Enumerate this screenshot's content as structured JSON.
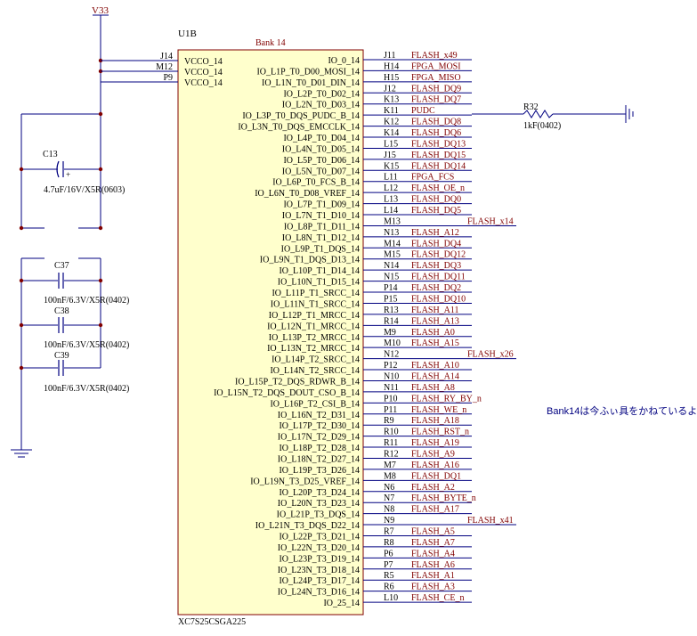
{
  "colors": {
    "wire": "#000080",
    "net": "#800000",
    "text": "#000000",
    "chip_fill": "#ffffcc",
    "chip_stroke": "#800000",
    "note": "#000080"
  },
  "power_net": "V33",
  "ref": "U1B",
  "bank": "Bank 14",
  "part": "XC7S25CSGA225",
  "vcco_pins": [
    {
      "num": "J14",
      "name": "VCCO_14"
    },
    {
      "num": "M12",
      "name": "VCCO_14"
    },
    {
      "num": "P9",
      "name": "VCCO_14"
    }
  ],
  "caps": [
    {
      "ref": "C13",
      "value": "4.7uF/16V/X5R(0603)",
      "polarity": "+"
    },
    {
      "ref": "C37",
      "value": "100nF/6.3V/X5R(0402)"
    },
    {
      "ref": "C38",
      "value": "100nF/6.3V/X5R(0402)"
    },
    {
      "ref": "C39",
      "value": "100nF/6.3V/X5R(0402)"
    }
  ],
  "resistor": {
    "ref": "R32",
    "value": "1kF(0402)"
  },
  "note": "Bank14は今ふぃ具をかねているよ",
  "pins": [
    {
      "name": "IO_0_14",
      "num": "J11",
      "net": "FLASH_x49"
    },
    {
      "name": "IO_L1P_T0_D00_MOSI_14",
      "num": "H14",
      "net": "FPGA_MOSI"
    },
    {
      "name": "IO_L1N_T0_D01_DIN_14",
      "num": "H15",
      "net": "FPGA_MISO"
    },
    {
      "name": "IO_L2P_T0_D02_14",
      "num": "J12",
      "net": "FLASH_DQ9"
    },
    {
      "name": "IO_L2N_T0_D03_14",
      "num": "K13",
      "net": "FLASH_DQ7"
    },
    {
      "name": "IO_L3P_T0_DQS_PUDC_B_14",
      "num": "K11",
      "net": "PUDC"
    },
    {
      "name": "IO_L3N_T0_DQS_EMCCLK_14",
      "num": "K12",
      "net": "FLASH_DQ8"
    },
    {
      "name": "IO_L4P_T0_D04_14",
      "num": "K14",
      "net": "FLASH_DQ6"
    },
    {
      "name": "IO_L4N_T0_D05_14",
      "num": "L15",
      "net": "FLASH_DQ13"
    },
    {
      "name": "IO_L5P_T0_D06_14",
      "num": "J15",
      "net": "FLASH_DQ15"
    },
    {
      "name": "IO_L5N_T0_D07_14",
      "num": "K15",
      "net": "FLASH_DQ14"
    },
    {
      "name": "IO_L6P_T0_FCS_B_14",
      "num": "L11",
      "net": "FPGA_FCS"
    },
    {
      "name": "IO_L6N_T0_D08_VREF_14",
      "num": "L12",
      "net": "FLASH_OE_n"
    },
    {
      "name": "IO_L7P_T1_D09_14",
      "num": "L13",
      "net": "FLASH_DQ0"
    },
    {
      "name": "IO_L7N_T1_D10_14",
      "num": "L14",
      "net": "FLASH_DQ5"
    },
    {
      "name": "IO_L8P_T1_D11_14",
      "num": "M13",
      "net": "FLASH_x14"
    },
    {
      "name": "IO_L8N_T1_D12_14",
      "num": "N13",
      "net": "FLASH_A12"
    },
    {
      "name": "IO_L9P_T1_DQS_14",
      "num": "M14",
      "net": "FLASH_DQ4"
    },
    {
      "name": "IO_L9N_T1_DQS_D13_14",
      "num": "M15",
      "net": "FLASH_DQ12"
    },
    {
      "name": "IO_L10P_T1_D14_14",
      "num": "N14",
      "net": "FLASH_DQ3"
    },
    {
      "name": "IO_L10N_T1_D15_14",
      "num": "N15",
      "net": "FLASH_DQ11"
    },
    {
      "name": "IO_L11P_T1_SRCC_14",
      "num": "P14",
      "net": "FLASH_DQ2"
    },
    {
      "name": "IO_L11N_T1_SRCC_14",
      "num": "P15",
      "net": "FLASH_DQ10"
    },
    {
      "name": "IO_L12P_T1_MRCC_14",
      "num": "R13",
      "net": "FLASH_A11"
    },
    {
      "name": "IO_L12N_T1_MRCC_14",
      "num": "R14",
      "net": "FLASH_A13"
    },
    {
      "name": "IO_L13P_T2_MRCC_14",
      "num": "M9",
      "net": "FLASH_A0"
    },
    {
      "name": "IO_L13N_T2_MRCC_14",
      "num": "M10",
      "net": "FLASH_A15"
    },
    {
      "name": "IO_L14P_T2_SRCC_14",
      "num": "N12",
      "net": "FLASH_x26"
    },
    {
      "name": "IO_L14N_T2_SRCC_14",
      "num": "P12",
      "net": "FLASH_A10"
    },
    {
      "name": "IO_L15P_T2_DQS_RDWR_B_14",
      "num": "N10",
      "net": "FLASH_A14"
    },
    {
      "name": "IO_L15N_T2_DQS_DOUT_CSO_B_14",
      "num": "N11",
      "net": "FLASH_A8"
    },
    {
      "name": "IO_L16P_T2_CSI_B_14",
      "num": "P10",
      "net": "FLASH_RY_BY_n"
    },
    {
      "name": "IO_L16N_T2_D31_14",
      "num": "P11",
      "net": "FLASH_WE_n"
    },
    {
      "name": "IO_L17P_T2_D30_14",
      "num": "R9",
      "net": "FLASH_A18"
    },
    {
      "name": "IO_L17N_T2_D29_14",
      "num": "R10",
      "net": "FLASH_RST_n"
    },
    {
      "name": "IO_L18P_T2_D28_14",
      "num": "R11",
      "net": "FLASH_A19"
    },
    {
      "name": "IO_L18N_T2_D27_14",
      "num": "R12",
      "net": "FLASH_A9"
    },
    {
      "name": "IO_L19P_T3_D26_14",
      "num": "M7",
      "net": "FLASH_A16"
    },
    {
      "name": "IO_L19N_T3_D25_VREF_14",
      "num": "M8",
      "net": "FLASH_DQ1"
    },
    {
      "name": "IO_L20P_T3_D24_14",
      "num": "N6",
      "net": "FLASH_A2"
    },
    {
      "name": "IO_L20N_T3_D23_14",
      "num": "N7",
      "net": "FLASH_BYTE_n"
    },
    {
      "name": "IO_L21P_T3_DQS_14",
      "num": "N8",
      "net": "FLASH_A17"
    },
    {
      "name": "IO_L21N_T3_DQS_D22_14",
      "num": "N9",
      "net": "FLASH_x41"
    },
    {
      "name": "IO_L22P_T3_D21_14",
      "num": "R7",
      "net": "FLASH_A5"
    },
    {
      "name": "IO_L22N_T3_D20_14",
      "num": "R8",
      "net": "FLASH_A7"
    },
    {
      "name": "IO_L23P_T3_D19_14",
      "num": "P6",
      "net": "FLASH_A4"
    },
    {
      "name": "IO_L23N_T3_D18_14",
      "num": "P7",
      "net": "FLASH_A6"
    },
    {
      "name": "IO_L24P_T3_D17_14",
      "num": "R5",
      "net": "FLASH_A1"
    },
    {
      "name": "IO_L24N_T3_D16_14",
      "num": "R6",
      "net": "FLASH_A3"
    },
    {
      "name": "IO_25_14",
      "num": "L10",
      "net": "FLASH_CE_n"
    }
  ]
}
